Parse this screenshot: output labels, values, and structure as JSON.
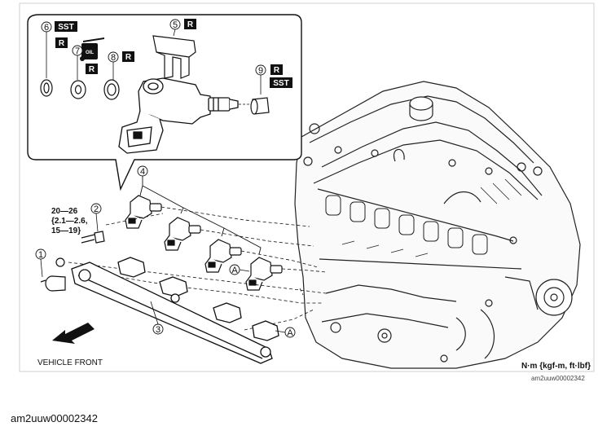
{
  "inset": {
    "callouts": {
      "c6": "6",
      "c7": "7",
      "c8": "8",
      "c5": "5",
      "c9": "9"
    },
    "tags": {
      "sst_6": "SST",
      "r_7a": "R",
      "r_7b": "R",
      "oil": "OIL",
      "r_8": "R",
      "r_5": "R",
      "r_9": "R",
      "sst_9": "SST"
    }
  },
  "main": {
    "callouts": {
      "c1": "1",
      "c2": "2",
      "c3": "3",
      "c4": "4"
    },
    "torque": {
      "line1": "20—26",
      "line2": "{2.1—2.6,",
      "line3": "15—19}"
    },
    "marker_a": "A",
    "vehicle_front": "VEHICLE FRONT",
    "units": "N·m {kgf-m, ft·lbf}",
    "ref_code": "am2uuw00002342"
  },
  "caption": "am2uuw00002342"
}
